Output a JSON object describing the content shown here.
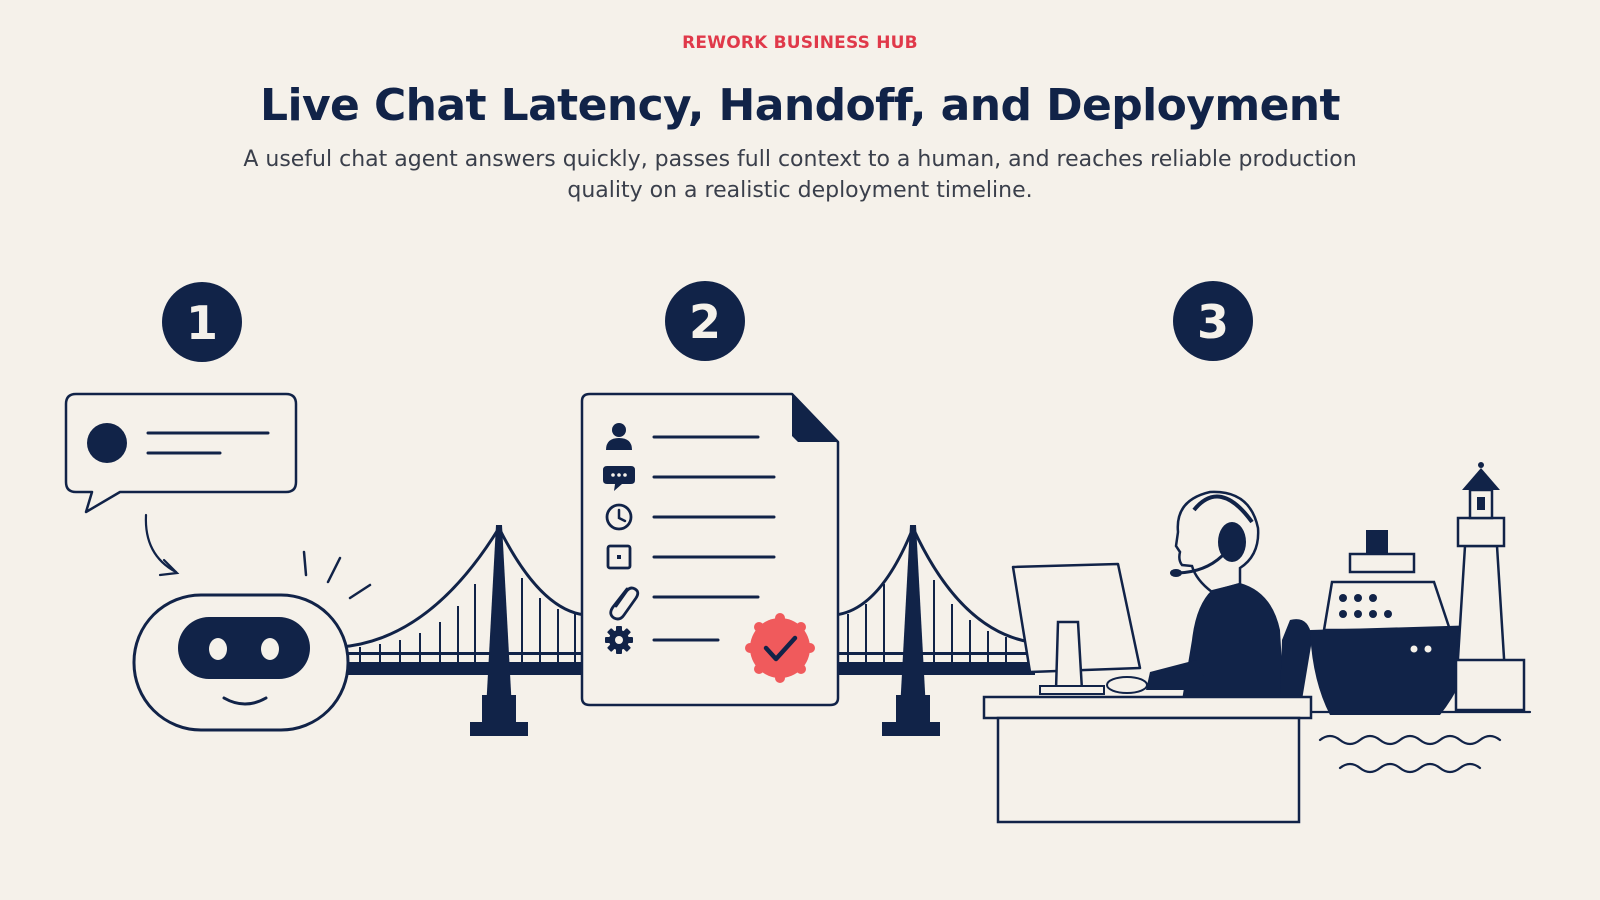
{
  "header": {
    "eyebrow": "REWORK BUSINESS HUB",
    "title": "Live Chat Latency, Handoff, and Deployment",
    "subtitle": "A useful chat agent answers quickly, passes full context to a human, and reaches reliable production quality on a realistic deployment timeline."
  },
  "steps": [
    {
      "number": "1"
    },
    {
      "number": "2"
    },
    {
      "number": "3"
    }
  ],
  "icons": {
    "handoff_doc": [
      "person-icon",
      "chat-bubble-icon",
      "clock-icon",
      "note-icon",
      "paperclip-icon",
      "gear-icon",
      "checkmark-badge-icon"
    ]
  },
  "colors": {
    "navy": "#112348",
    "accent_red": "#f05a5c",
    "eyebrow_red": "#e0394a",
    "background": "#f5f1ea"
  }
}
